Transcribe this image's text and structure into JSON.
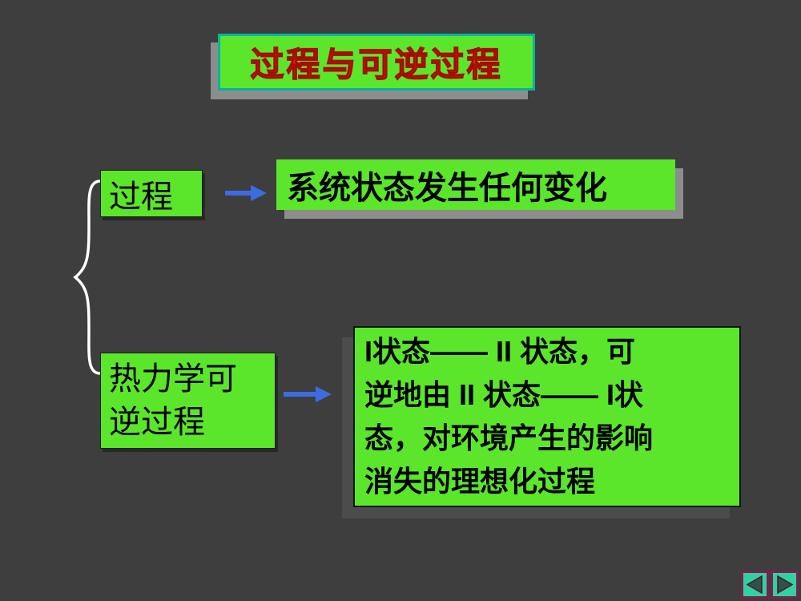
{
  "slide": {
    "title": "过程与可逆过程",
    "diagram": {
      "brace_icon": "left-curly-brace",
      "branch_process": {
        "term": "过程",
        "arrow_icon": "right-arrow",
        "definition": "系统状态发生任何变化"
      },
      "branch_reversible": {
        "term_lines": [
          "热力学可",
          "逆过程"
        ],
        "arrow_icon": "right-arrow",
        "definition_lines": [
          "I状态—— II 状态，可",
          "逆地由 II 状态—— I状",
          "态，对环境产生的影响",
          "消失的理想化过程"
        ]
      }
    },
    "nav": {
      "prev_icon": "previous-slide-triangle",
      "next_icon": "next-slide-triangle"
    },
    "colors": {
      "background": "#3e3e3e",
      "box_green": "#5be62b",
      "title_border_teal": "#00b3a3",
      "title_text_red": "#f32300",
      "shadow_light_gray": "#8d8d8d",
      "shadow_dark_gray": "#4c4c4c",
      "arrow_blue": "#3b6ce0",
      "brace_white": "#ffffff",
      "nav_border_maroon": "#7d1f4e",
      "nav_fill_teal": "#2fd3a2",
      "nav_triangle_dark": "#2e5349"
    }
  }
}
